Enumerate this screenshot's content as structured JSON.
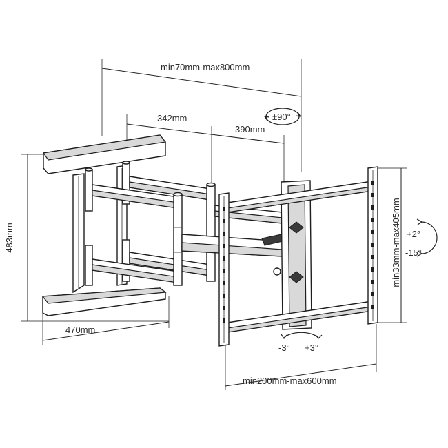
{
  "dimensions": {
    "depth_range": "min70mm-max800mm",
    "arm_1": "342mm",
    "arm_2": "390mm",
    "swivel": "±90°",
    "height": "483mm",
    "base_width": "470mm",
    "vesa_vertical": "min33mm-max405mm",
    "tilt_up": "+2°",
    "tilt_down": "-15°",
    "rotate_left": "-3°",
    "rotate_right": "+3°",
    "vesa_horizontal": "min200mm-max600mm"
  }
}
